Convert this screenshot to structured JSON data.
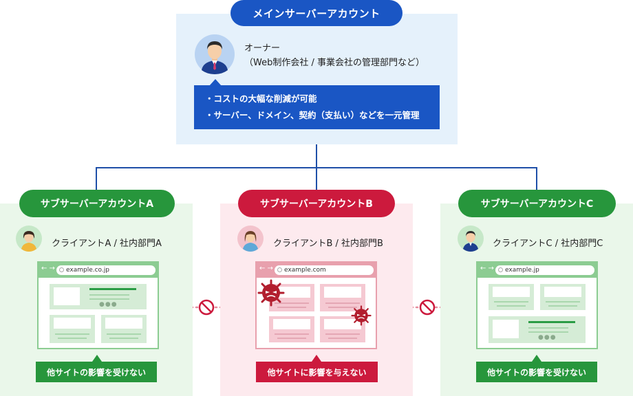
{
  "main_account": {
    "title": "メインサーバーアカウント",
    "owner_line1": "オーナー",
    "owner_line2": "（Web制作会社 / 事業会社の管理部門など）",
    "benefits": [
      "・コストの大幅な削減が可能",
      "・サーバー、ドメイン、契約（支払い）などを一元管理"
    ]
  },
  "sub_accounts": [
    {
      "title": "サブサーバーアカウントA",
      "client": "クライアントA / 社内部門A",
      "url": "example.co.jp",
      "note": "他サイトの影響を受けない",
      "color": "#27963c"
    },
    {
      "title": "サブサーバーアカウントB",
      "client": "クライアントB / 社内部門B",
      "url": "example.com",
      "note": "他サイトに影響を与えない",
      "color": "#cc1a3d"
    },
    {
      "title": "サブサーバーアカウントC",
      "client": "クライアントC / 社内部門C",
      "url": "example.jp",
      "note": "他サイトの影響を受けない",
      "color": "#27963c"
    }
  ],
  "browser_glyphs": {
    "arrows": "← →",
    "dots": "●●●"
  },
  "icons": [
    "owner-avatar",
    "client-avatar",
    "virus-icon",
    "no-entry-icon",
    "search-icon"
  ]
}
